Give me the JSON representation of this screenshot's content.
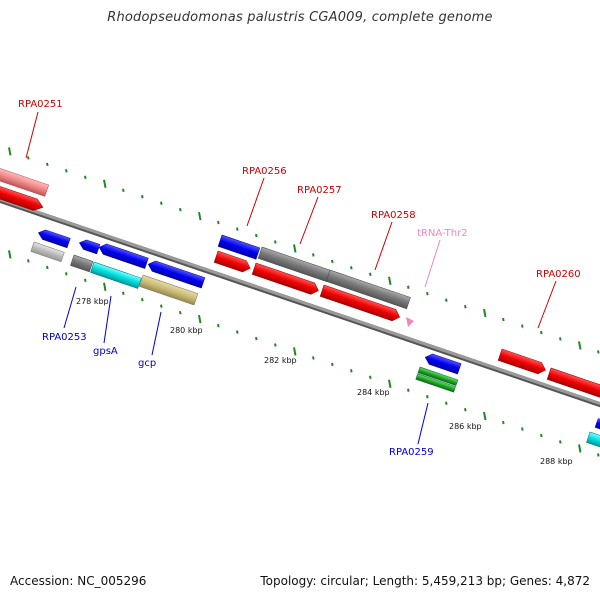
{
  "title": "Rhodopseudomonas palustris CGA009, complete genome",
  "footer": {
    "accession": "Accession: NC_005296",
    "summary": "Topology: circular; Length: 5,459,213 bp; Genes: 4,872"
  },
  "ticks": [
    {
      "label": "278 kbp"
    },
    {
      "label": "280 kbp"
    },
    {
      "label": "282 kbp"
    },
    {
      "label": "284 kbp"
    },
    {
      "label": "286 kbp"
    },
    {
      "label": "288 kbp"
    }
  ],
  "gene_labels": {
    "rpa0251": "RPA0251",
    "rpa0256": "RPA0256",
    "rpa0257": "RPA0257",
    "rpa0258": "RPA0258",
    "trna_thr2": "tRNA-Thr2",
    "rpa0260": "RPA0260",
    "rpa0253": "RPA0253",
    "gpsa": "gpsA",
    "gcp": "gcp",
    "rpa0259": "RPA0259"
  },
  "colors": {
    "forward_label": "#cc0000",
    "reverse_label": "#0000cc",
    "trna_label": "#ee88bb",
    "red_gene": "#ee0000",
    "blue_gene": "#0000ee",
    "gray_gene": "#777777",
    "cyan_gene": "#00dddd",
    "khaki_gene": "#c8bb77",
    "green_gene": "#22aa22",
    "pink_gene": "#ee8888",
    "tick_green": "#228822",
    "backbone": "#888888"
  }
}
